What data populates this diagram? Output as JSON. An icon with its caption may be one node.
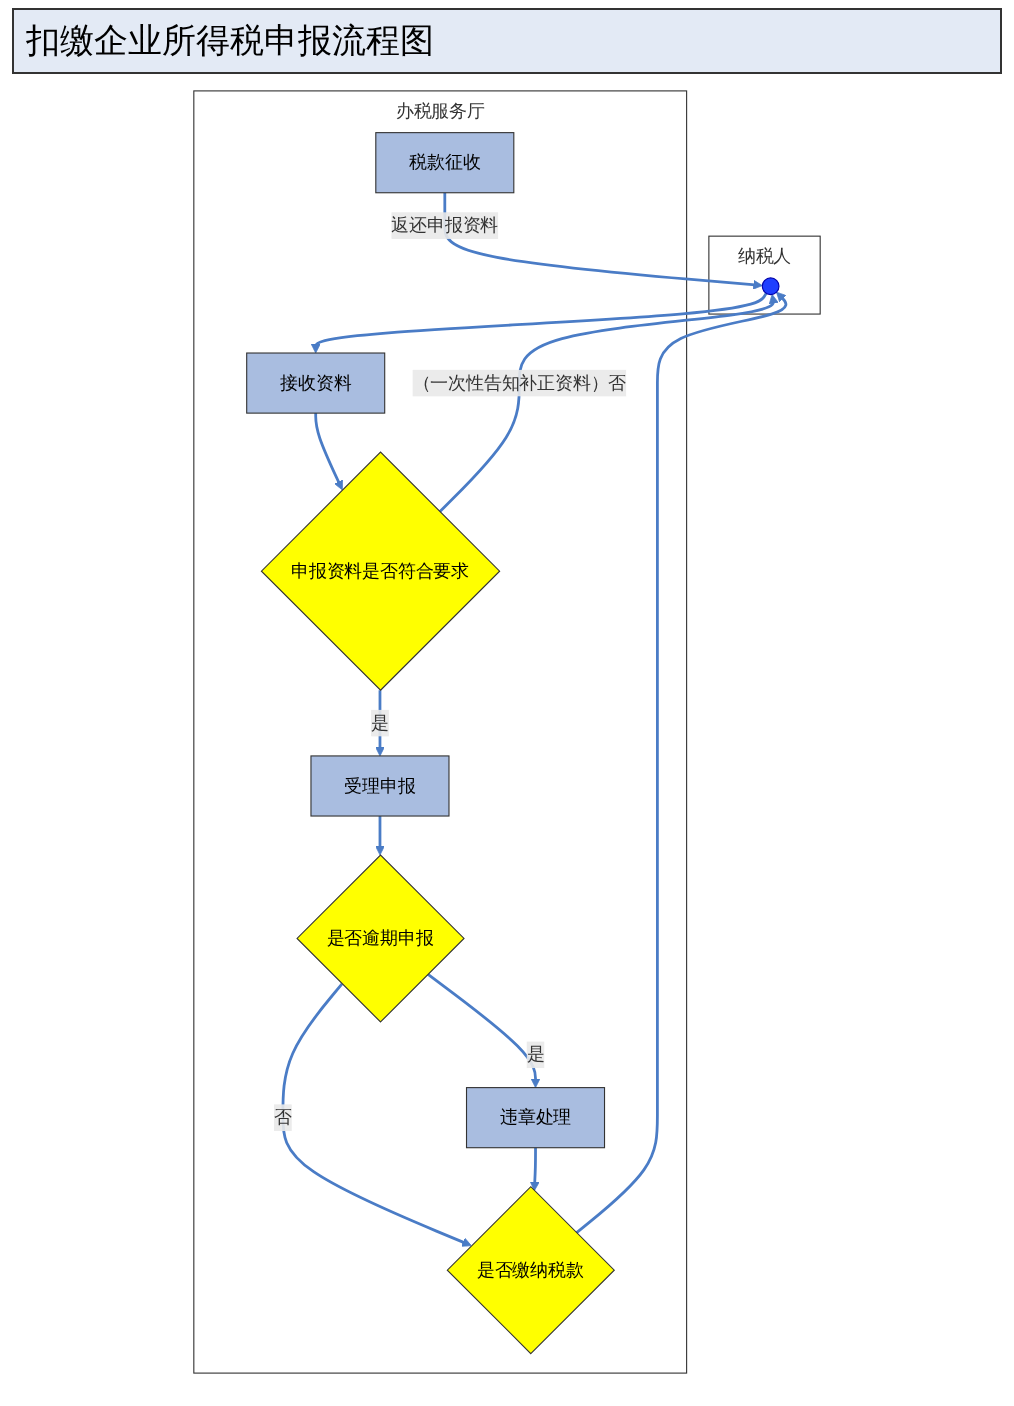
{
  "diagram": {
    "title": "扣缴企业所得税申报流程图",
    "nodes": [
      {
        "text": [
          "纳税人"
        ]
      },
      {
        "text": [
          "办税服务厅"
        ]
      },
      {
        "text": [],
        "shape": "person",
        "in": 0
      },
      {
        "text": [
          "接收资料"
        ],
        "in": 1
      },
      {
        "text": [
          "申报资料是否符合要求"
        ],
        "in": 1
      },
      {
        "text": [
          "受理申报"
        ],
        "in": 1
      },
      {
        "text": [
          "是否逾期申报"
        ],
        "in": 1
      },
      {
        "text": [
          "违章处理"
        ],
        "in": 1
      },
      {
        "text": [
          "是否缴纳税款"
        ],
        "in": 1
      },
      {
        "text": [
          "税款征收"
        ],
        "in": 1
      }
    ],
    "edges": [
      {
        "from": 2,
        "to": 3,
        "arrow": "to"
      },
      {
        "from": 3,
        "to": 4,
        "arrow": "to"
      },
      {
        "from": 4,
        "to": 2,
        "arrow": "to",
        "label": "（一次性告知补正资料）否"
      },
      {
        "from": 4,
        "to": 5,
        "arrow": "to",
        "label": "是"
      },
      {
        "from": 5,
        "to": 6,
        "arrow": "to"
      },
      {
        "from": 6,
        "to": 7,
        "arrow": "to",
        "label": "是"
      },
      {
        "from": 6,
        "to": 8,
        "arrow": "to",
        "label": "否"
      },
      {
        "from": 7,
        "to": 8,
        "arrow": "to"
      },
      {
        "from": 8,
        "to": 2,
        "arrow": "to"
      },
      {
        "from": 9,
        "to": 2,
        "arrow": "to",
        "label": "返还申报资料"
      }
    ]
  }
}
